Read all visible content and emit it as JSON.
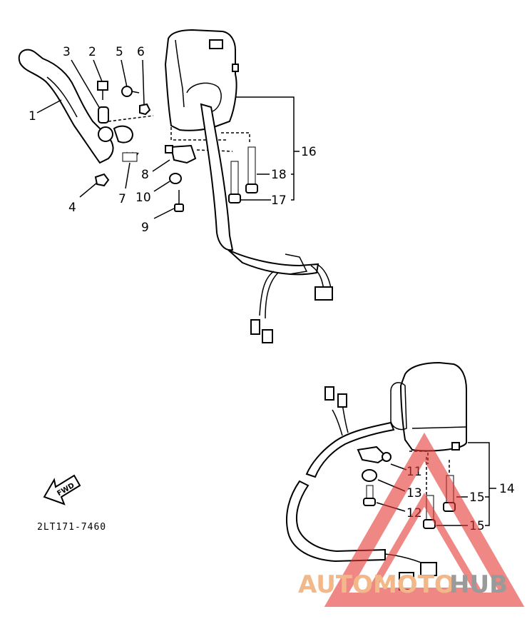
{
  "diagram_code": "2LT171-7460",
  "fwd_arrow_text": "FWD",
  "watermark": {
    "part1": "AUTOMOTO",
    "part2": "HUB",
    "triangle_color": "#e53935",
    "part1_color": "#f3b889",
    "part2_color": "#9a9a9a"
  },
  "callouts": {
    "c1": "1",
    "c2": "2",
    "c3": "3",
    "c4": "4",
    "c5": "5",
    "c6": "6",
    "c7": "7",
    "c8": "8",
    "c9": "9",
    "c10": "10",
    "c11": "11",
    "c12": "12",
    "c13": "13",
    "c14": "14",
    "c15a": "15",
    "c15b": "15",
    "c16": "16",
    "c17": "17",
    "c18": "18"
  }
}
